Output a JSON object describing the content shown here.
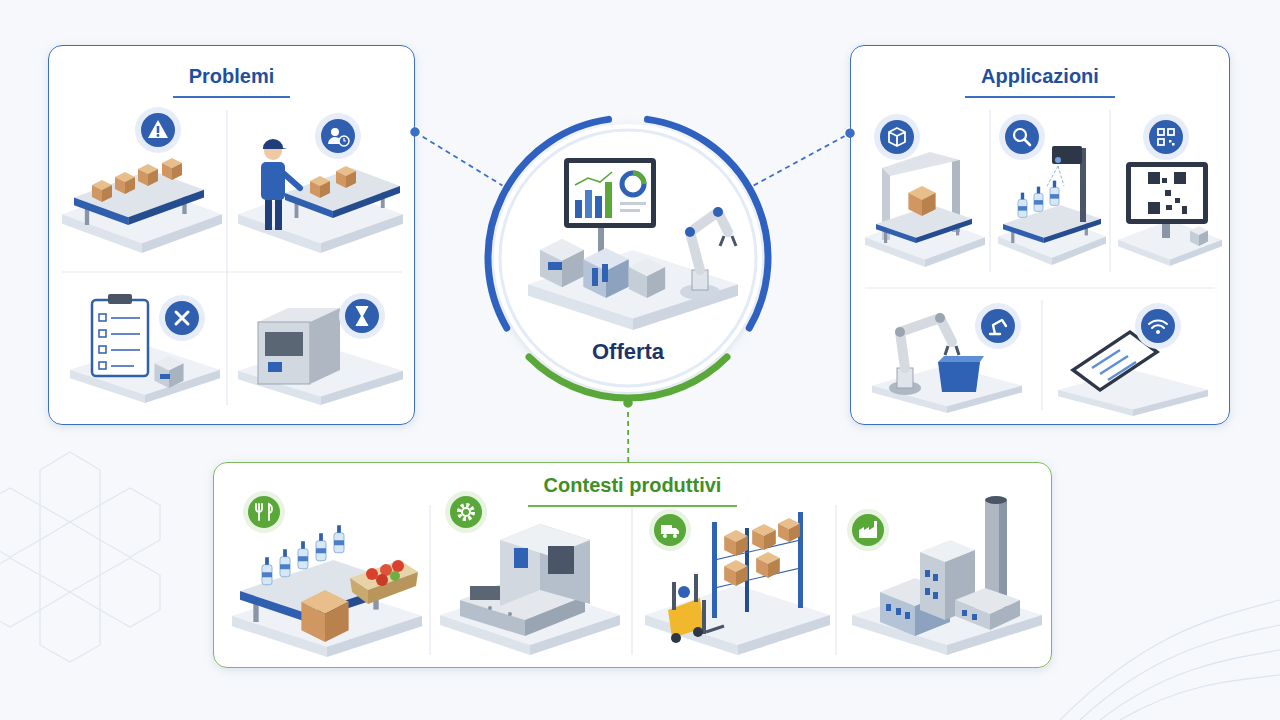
{
  "diagram": {
    "nodes": [
      {
        "text": [
          "Problemi"
        ]
      },
      {
        "text": [
          "Offerta"
        ]
      },
      {
        "text": [
          "Applicazioni"
        ]
      },
      {
        "text": [
          "Contesti produttivi"
        ]
      }
    ],
    "edges": [
      {
        "from": 0,
        "to": 1,
        "arrow": "none"
      },
      {
        "from": 1,
        "to": 2,
        "arrow": "none"
      },
      {
        "from": 1,
        "to": 3,
        "arrow": "none"
      }
    ]
  }
}
